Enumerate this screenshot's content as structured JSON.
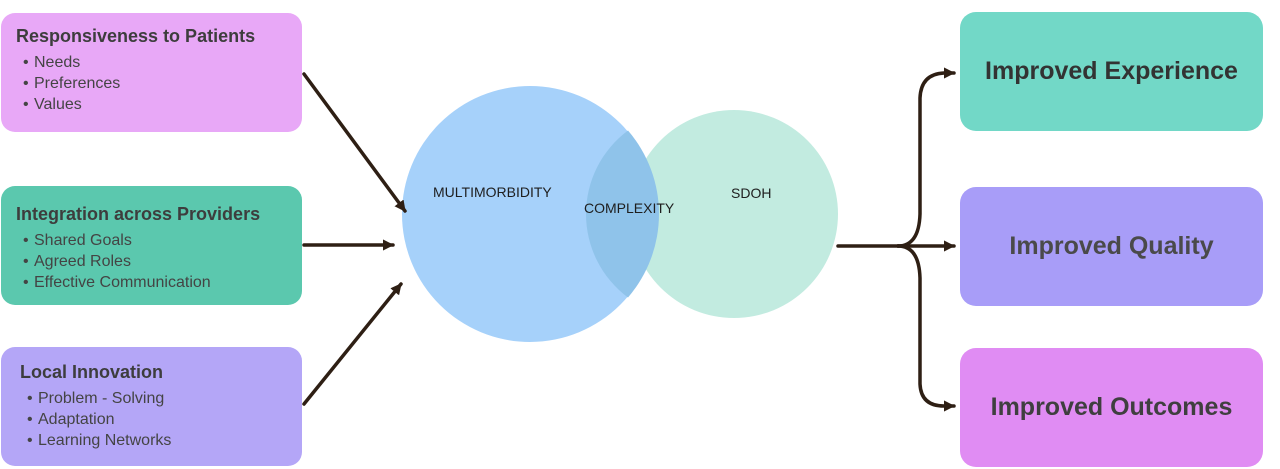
{
  "inputs": [
    {
      "title": "Responsiveness to Patients",
      "items": [
        "Needs",
        "Preferences",
        "Values"
      ]
    },
    {
      "title": "Integration across Providers",
      "items": [
        "Shared Goals",
        "Agreed Roles",
        "Effective Communication"
      ]
    },
    {
      "title": "Local Innovation",
      "items": [
        "Problem - Solving",
        "Adaptation",
        "Learning Networks"
      ]
    }
  ],
  "venn": {
    "left_label": "MULTIMORBIDITY",
    "center_label": "COMPLEXITY",
    "right_label": "SDOH"
  },
  "outputs": [
    "Improved Experience",
    "Improved Quality",
    "Improved Outcomes"
  ],
  "colors": {
    "responsiveness": "#e8a8f7",
    "integration": "#5bc8ae",
    "innovation": "#b4a6f7",
    "experience": "#72d8c7",
    "quality": "#a89df8",
    "outcomes": "#e08cf3",
    "circle_left": "#a6d1fa",
    "circle_right": "#c2ebe0",
    "arrow": "#2e1f14"
  }
}
